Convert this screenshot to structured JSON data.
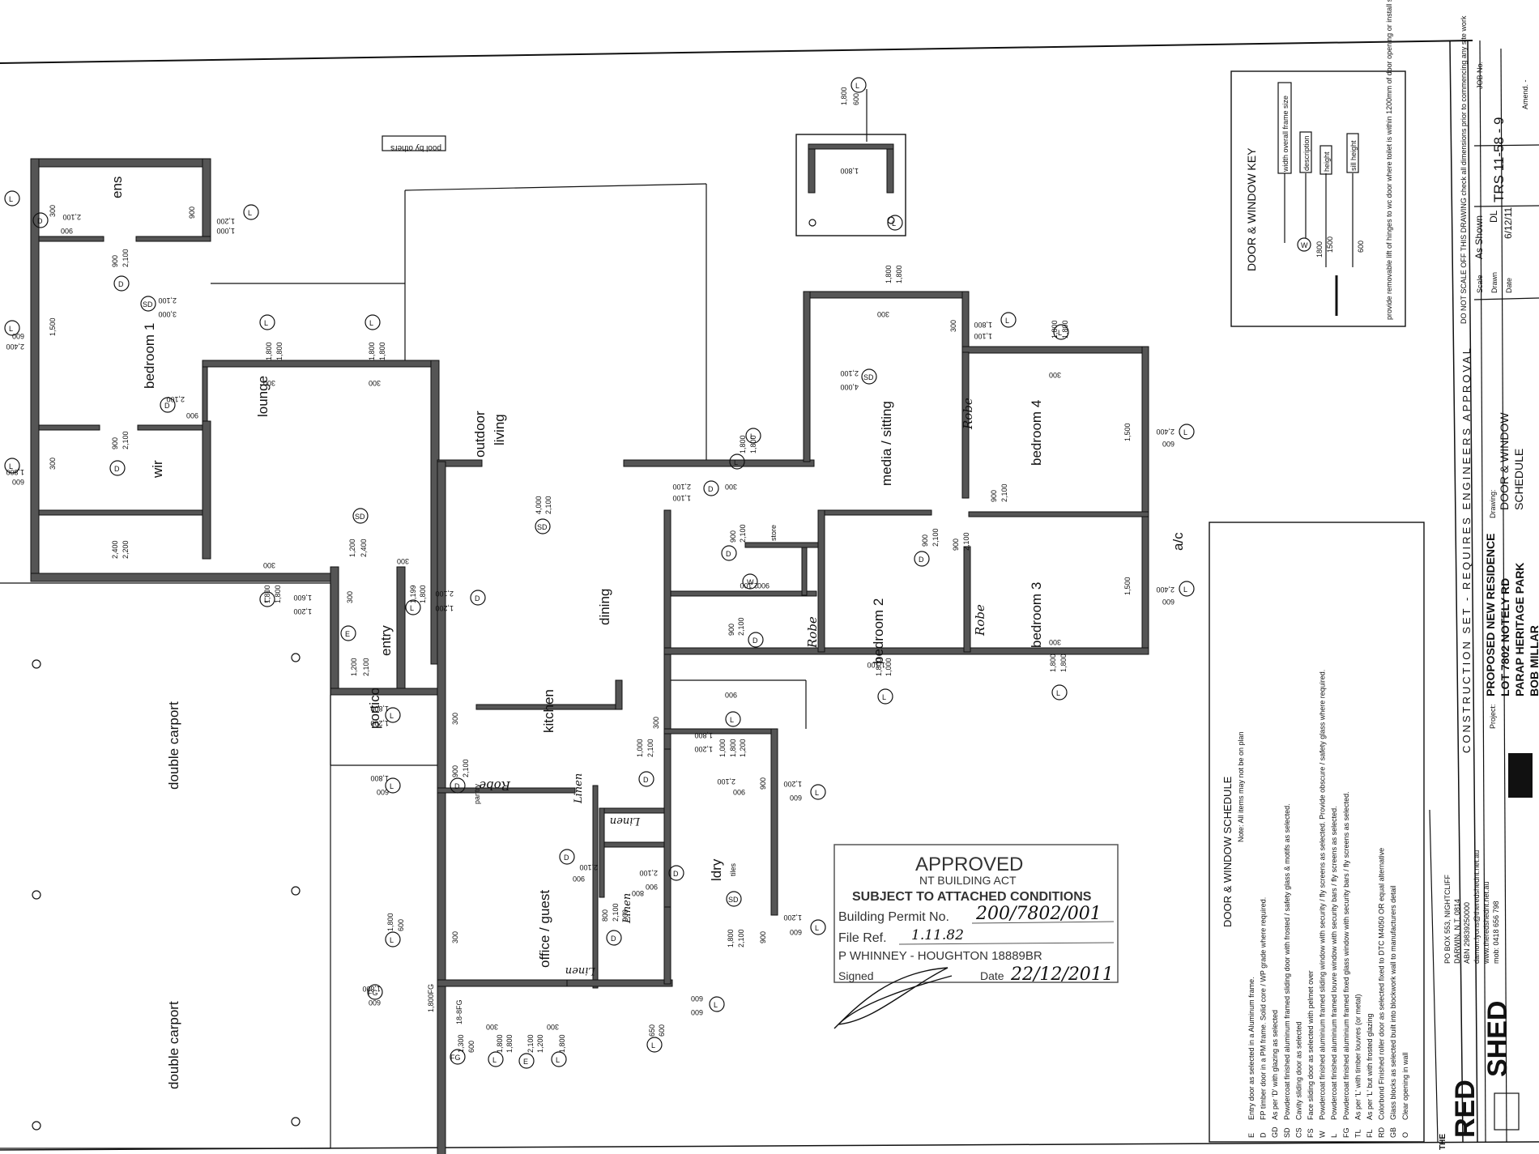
{
  "rooms": {
    "ens": "ens",
    "bedroom1": "bedroom 1",
    "wir": "wir",
    "lounge": "lounge",
    "outdoor": "outdoor",
    "living": "living",
    "media": "media / sitting",
    "bedroom4": "bedroom 4",
    "bedroom3": "bedroom 3",
    "bedroom2": "bedroom 2",
    "dining": "dining",
    "kitchen": "kitchen",
    "entry": "entry",
    "portico": "portico",
    "office": "office / guest",
    "ldry": "ldry",
    "tiles": "tiles",
    "store": "store",
    "pantry": "pantry",
    "carport_top": "double carport",
    "carport_bottom": "double carport",
    "ac": "a/c",
    "pool": "pool by others"
  },
  "handwritten": {
    "robe1": "Robe",
    "robe2": "Robe",
    "robe3": "Robe",
    "robe4": "Robe",
    "linen1": "Linen",
    "linen2": "Linen",
    "linen3": "Linen",
    "linen4": "Linen"
  },
  "tags": {
    "L": "L",
    "D": "D",
    "SD": "SD",
    "W": "W",
    "FG": "FG",
    "E": "E"
  },
  "dims": {
    "d1800": "1,800",
    "d600": "600",
    "d2400": "2,400",
    "d1500": "1,500",
    "d900": "900",
    "d2100": "2,100",
    "d1200": "1,200",
    "d300": "300",
    "d3000": "3,000",
    "d4000": "4,000",
    "d1000": "1,000",
    "d2200": "2,200",
    "d1100": "1,100",
    "d1199": "1,199",
    "d1300": "1,300",
    "d1600": "1,600",
    "d650": "650",
    "d800": "800",
    "d1800fg": "1,800FG",
    "d1800fg2": "18-8FG"
  },
  "key": {
    "title": "DOOR & WINDOW KEY",
    "frame": "width overall frame size",
    "description": "description",
    "height": "height",
    "sill": "sill height",
    "ex_tag": "W",
    "ex_1800": "1800",
    "ex_1500": "1500",
    "ex_600": "600",
    "note": "provide removable lift of hinges to wc door where toilet is within 1200mm of door opening or install sliding door"
  },
  "schedule": {
    "title": "DOOR & WINDOW SCHEDULE",
    "note": "Note: All items may not be on plan",
    "items": [
      {
        "code": "E",
        "text": "Entry door as selected in a Aluminum frame."
      },
      {
        "code": "D",
        "text": "FP timber door in a PM frame. Solid core / WP grade where required."
      },
      {
        "code": "GD",
        "text": "As per 'D' with glazing as selected"
      },
      {
        "code": "SD",
        "text": "Powdercoat finished aluminum framed sliding door with frosted / safety glass & motifs as selected."
      },
      {
        "code": "CS",
        "text": "Cavity sliding door as selected"
      },
      {
        "code": "FS",
        "text": "Face sliding door as selected with pelmet over"
      },
      {
        "code": "W",
        "text": "Powdercoat finished aluminium framed sliding window with security / fly screens as selected. Provide obscure / safety glass where required."
      },
      {
        "code": "L",
        "text": "Powdercoat finished aluminium framed louvre window with security bars / fly screens as selected."
      },
      {
        "code": "FG",
        "text": "Powdercoat finished aluminium framed fixed glass window with security bars / fly screens as selected."
      },
      {
        "code": "TL",
        "text": "As per 'L' with timber louvres (or metal)"
      },
      {
        "code": "FL",
        "text": "As per 'L' but with frosted glazing"
      },
      {
        "code": "RD",
        "text": "Colorbond Finished roller door as selected fixed to DTC M4050 OR equal alternative"
      },
      {
        "code": "GB",
        "text": "Glass blocks as selected built into blockwork wall to manufacturers detail"
      },
      {
        "code": "O",
        "text": "Clear opening in wall"
      }
    ]
  },
  "stamp": {
    "approved": "APPROVED",
    "act": "NT BUILDING ACT",
    "subject": "SUBJECT TO ATTACHED CONDITIONS",
    "permit_label": "Building Permit No.",
    "permit_value": "200/7802/001",
    "file_label": "File Ref.",
    "file_value": "1.11.82",
    "certifier": "P WHINNEY - HOUGHTON 18889BR",
    "signed_label": "Signed",
    "date_label": "Date",
    "date_value": "22/12/2011"
  },
  "titleblock": {
    "construction": "CONSTRUCTION SET - REQUIRES ENGINEERS APPROVAL",
    "project_label": "Project:",
    "project1": "PROPOSED NEW RESIDENCE",
    "project2": "LOT 7802 NOTELY RD",
    "project3": "PARAP HERITAGE PARK",
    "project4": "BOB MILLAR",
    "drawing_label": "Drawing:",
    "drawing1": "DOOR & WINDOW",
    "drawing2": "SCHEDULE",
    "scale_label": "Scale",
    "scale_value": "As Shown",
    "drawn_label": "Drawn",
    "drawn_value": "DL",
    "date_label": "Date",
    "date_value": "6/12/11",
    "job_label": "JOB No.",
    "job_value": "TRS 11-58 - 9",
    "amend": "Amend. -",
    "do_not_scale": "DO NOT SCALE OFF THIS DRAWING check all dimensions prior to commencing any site work",
    "company1": "THE",
    "company2": "RED",
    "company3": "SHED",
    "address1": "PO BOX 553, NIGHTCLIFF",
    "address2": "DARWIN, N.T. 0814",
    "address3": "ABN 29839250000",
    "address4": "damon.lyons@theredshednt.net.au",
    "address5": "www.theredshednt.net.au",
    "address6": "mob: 0418 656 798"
  },
  "pool_detail": {
    "d1800": "1,800",
    "d600": "600"
  }
}
